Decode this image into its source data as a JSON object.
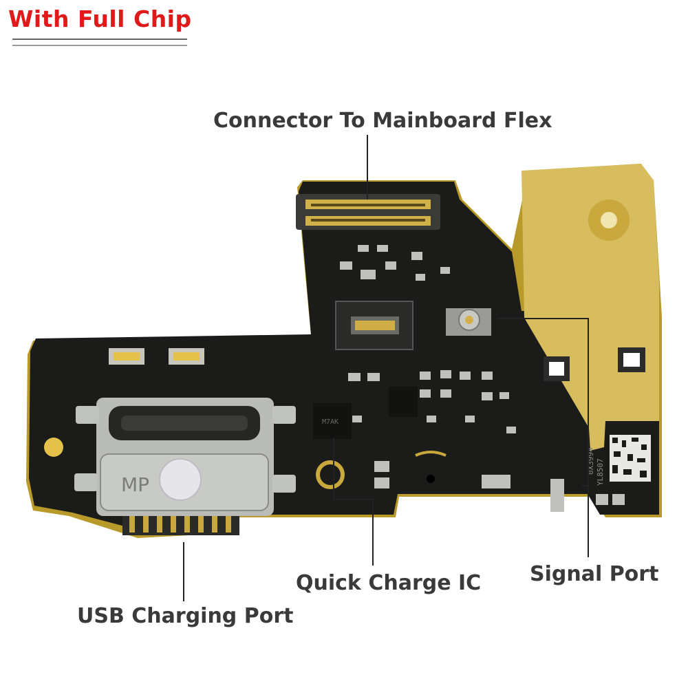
{
  "headline": {
    "text": "With Full Chip",
    "color": "#e0191b"
  },
  "callouts": {
    "connector": "Connector To Mainboard Flex",
    "usb_port": "USB Charging Port",
    "quick_charge": "Quick Charge IC",
    "signal_port": "Signal Port"
  },
  "board": {
    "usb_plate_text": "MP",
    "ic_marking": "M7AK",
    "side_code_1": "YL8507",
    "side_code_2": "0X3994"
  },
  "colors": {
    "pcb": "#1b1c1a",
    "gold_plate": "#d8bd5e",
    "metal": "#b9bbb6",
    "callout_text": "#3a3a3a"
  },
  "icons": [
    "antenna-coax-connector",
    "usb-type-c-port",
    "battery-connector"
  ]
}
